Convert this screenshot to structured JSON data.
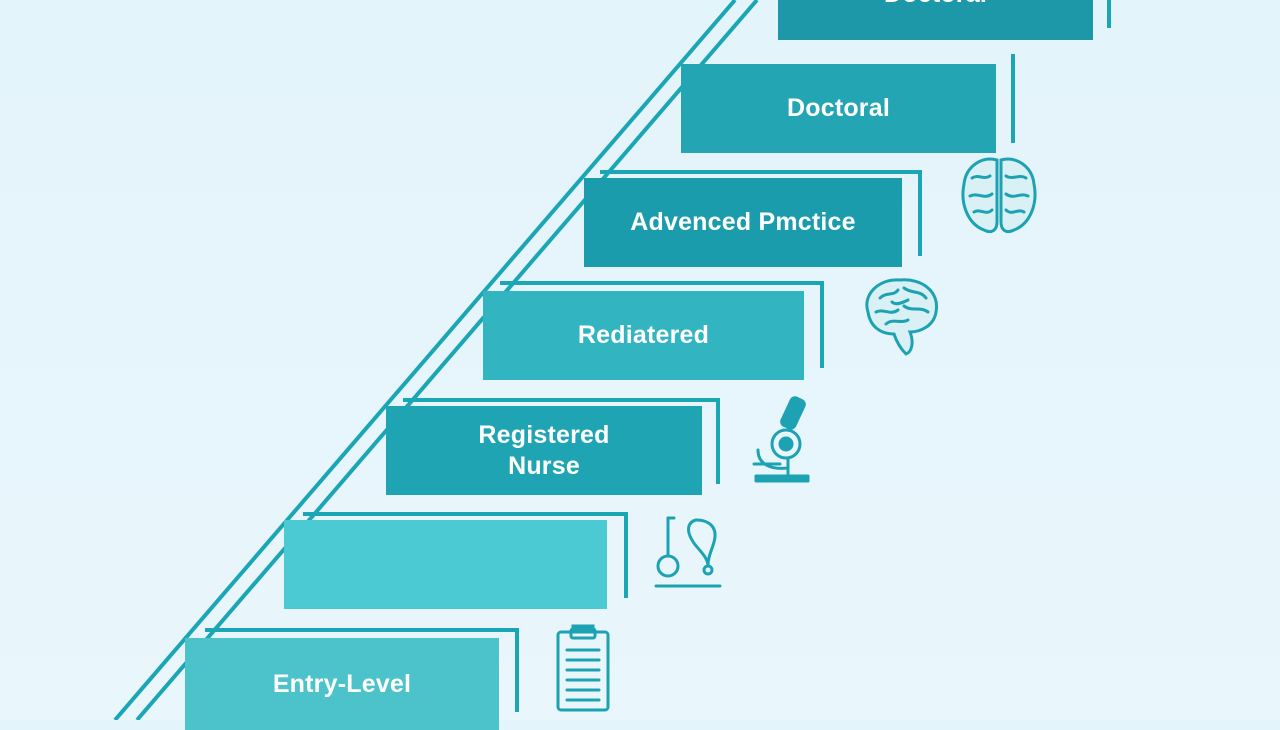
{
  "diagram": {
    "steps": [
      {
        "label": "Entry-Level",
        "color": "#4cc3cb",
        "icon": "clipboard-icon"
      },
      {
        "label": "",
        "color": "#4ccad3",
        "icon": "stethoscope-icon"
      },
      {
        "label": "Registered\nNurse",
        "color": "#1fa4b3",
        "icon": "microscope-icon"
      },
      {
        "label": "Rediatered",
        "color": "#33b4c1",
        "icon": "brain-side-icon"
      },
      {
        "label": "Advenced Pmctice",
        "color": "#1a9cac",
        "icon": "brain-top-icon"
      },
      {
        "label": "Doctoral",
        "color": "#24a5b4",
        "icon": ""
      },
      {
        "label": "Doctoral",
        "color": "#1c98a8",
        "icon": ""
      }
    ],
    "accent_color": "#1aa6b5",
    "icon_color": "#1ca2b3"
  }
}
